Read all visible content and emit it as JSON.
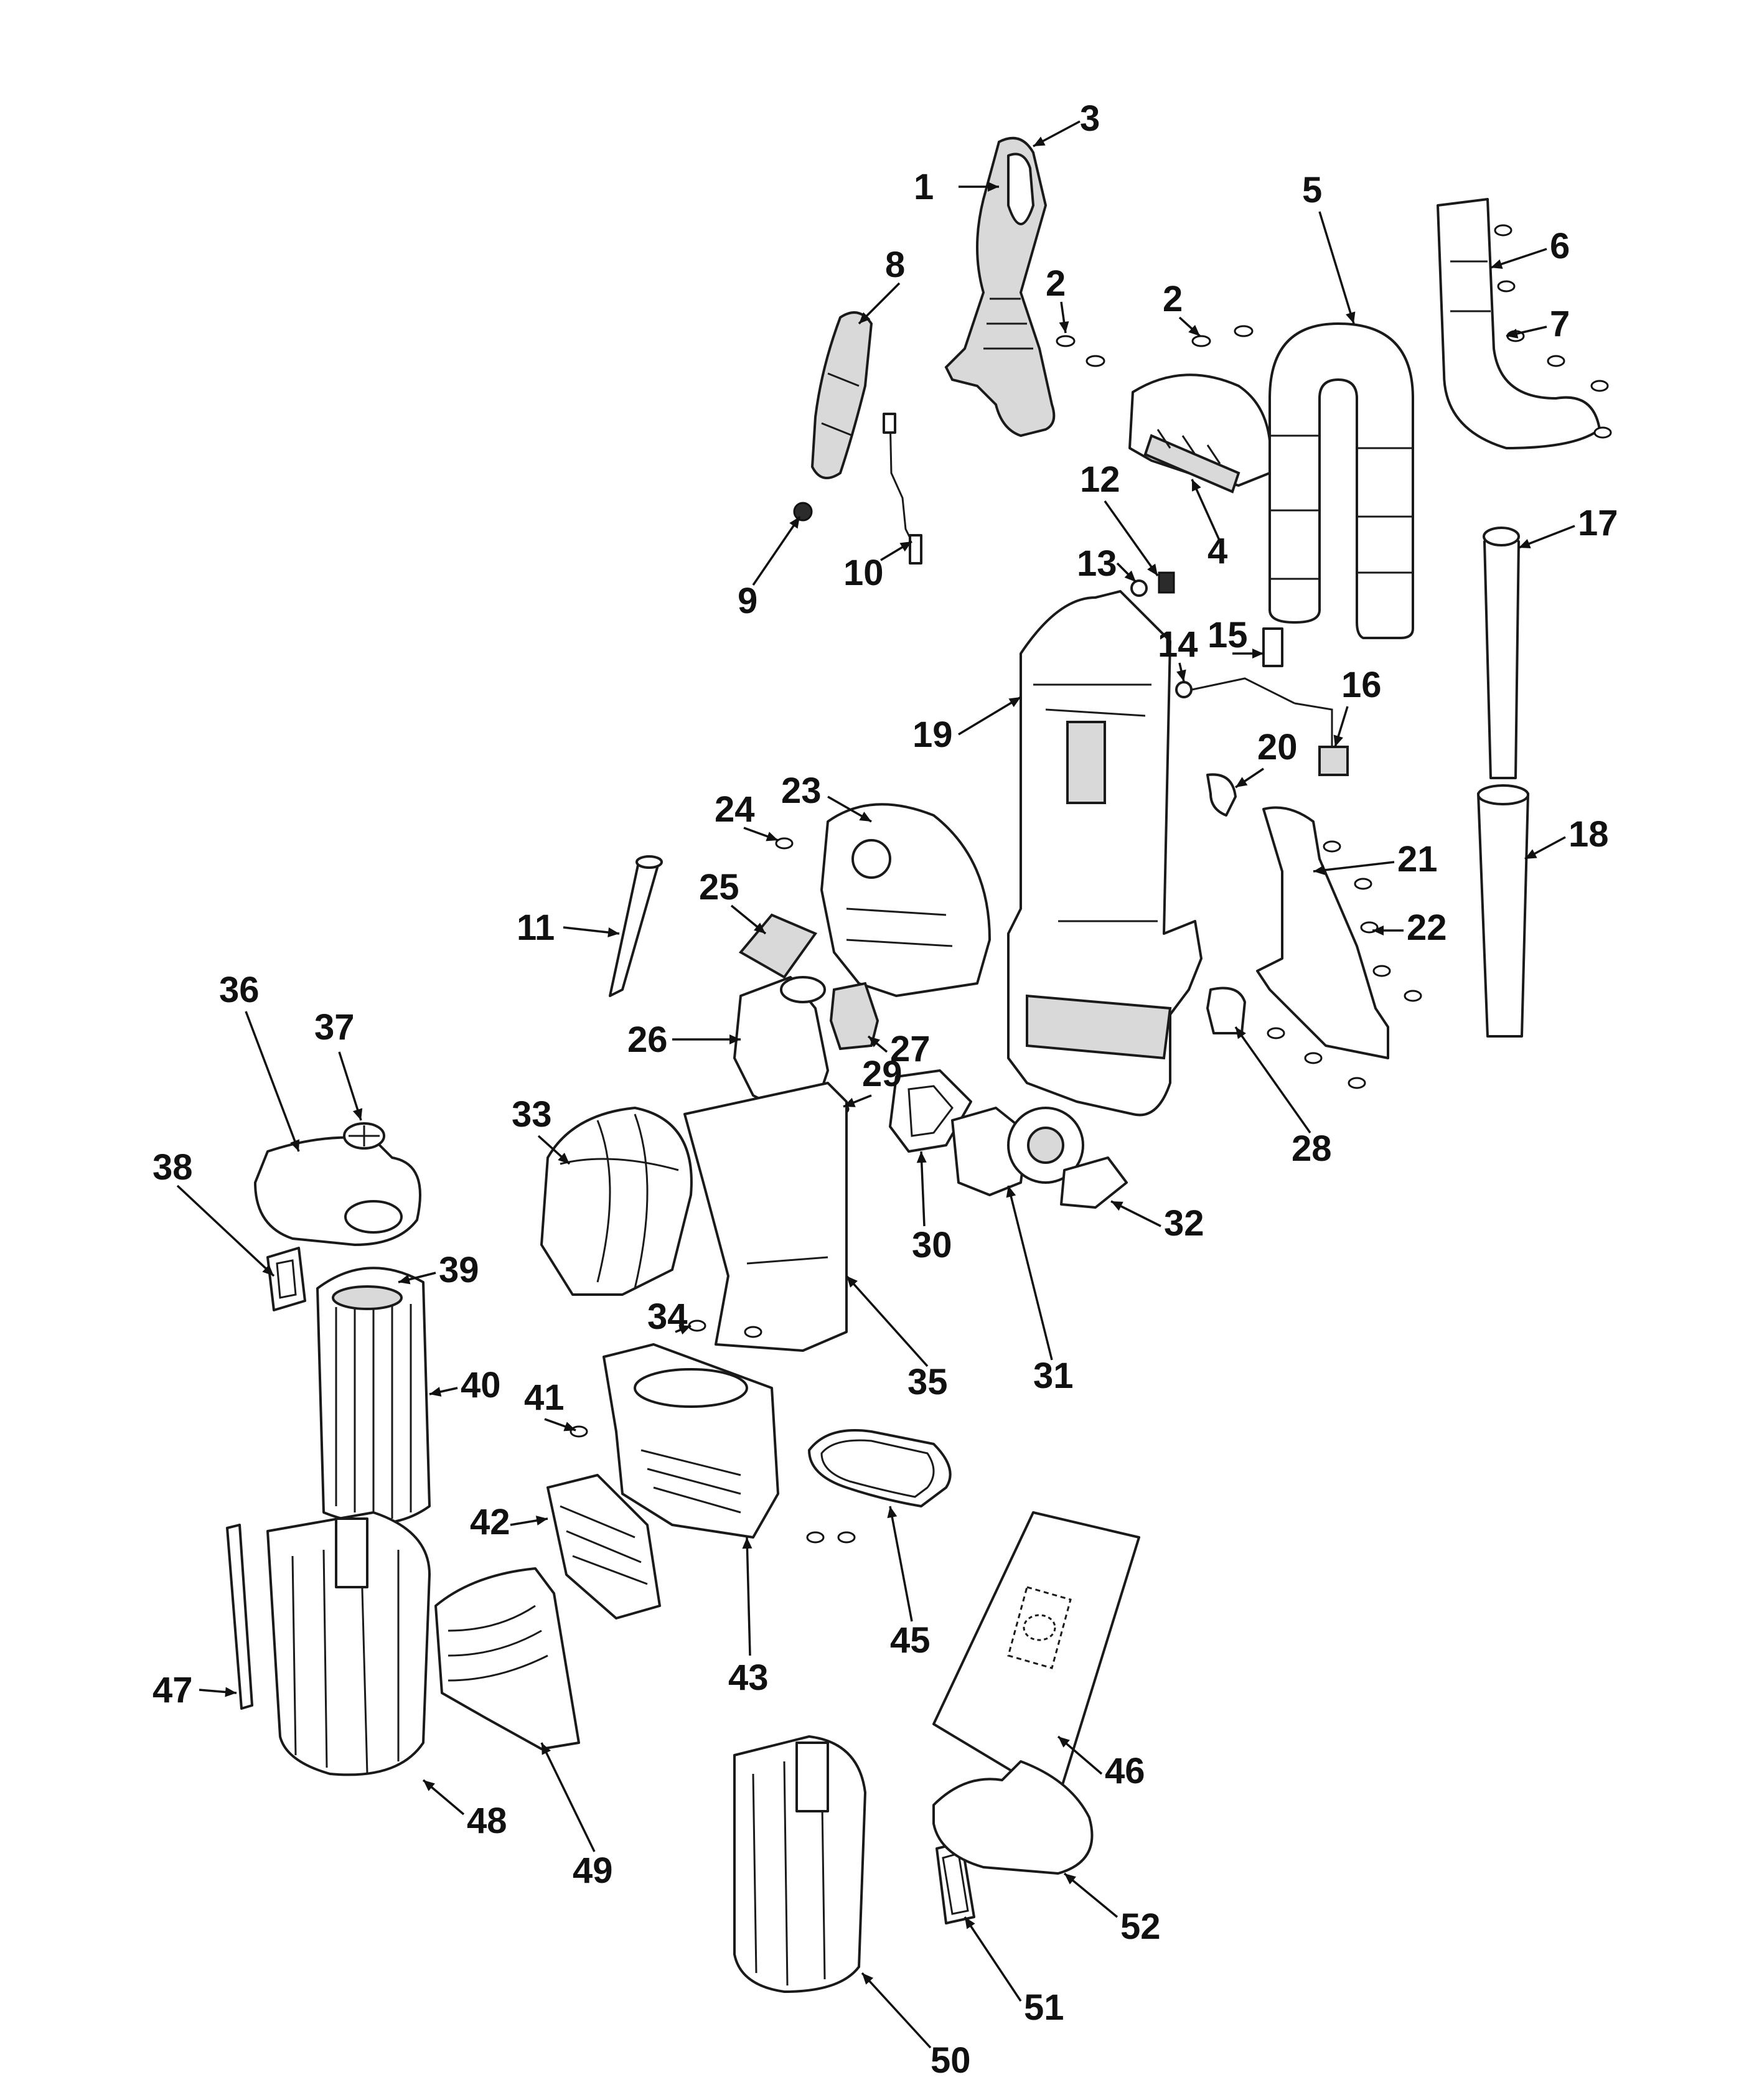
{
  "colors": {
    "line": "#1a1a1a",
    "background": "#ffffff",
    "shade": "#d9d9d9"
  },
  "callouts": [
    {
      "id": "1",
      "label": "1"
    },
    {
      "id": "2a",
      "label": "2"
    },
    {
      "id": "2b",
      "label": "2"
    },
    {
      "id": "3",
      "label": "3"
    },
    {
      "id": "4",
      "label": "4"
    },
    {
      "id": "5",
      "label": "5"
    },
    {
      "id": "6",
      "label": "6"
    },
    {
      "id": "7",
      "label": "7"
    },
    {
      "id": "8",
      "label": "8"
    },
    {
      "id": "9",
      "label": "9"
    },
    {
      "id": "10",
      "label": "10"
    },
    {
      "id": "11",
      "label": "11"
    },
    {
      "id": "12",
      "label": "12"
    },
    {
      "id": "13",
      "label": "13"
    },
    {
      "id": "14",
      "label": "14"
    },
    {
      "id": "15",
      "label": "15"
    },
    {
      "id": "16",
      "label": "16"
    },
    {
      "id": "17",
      "label": "17"
    },
    {
      "id": "18",
      "label": "18"
    },
    {
      "id": "19",
      "label": "19"
    },
    {
      "id": "20",
      "label": "20"
    },
    {
      "id": "21",
      "label": "21"
    },
    {
      "id": "22",
      "label": "22"
    },
    {
      "id": "23",
      "label": "23"
    },
    {
      "id": "24",
      "label": "24"
    },
    {
      "id": "25",
      "label": "25"
    },
    {
      "id": "26",
      "label": "26"
    },
    {
      "id": "27",
      "label": "27"
    },
    {
      "id": "28",
      "label": "28"
    },
    {
      "id": "29",
      "label": "29"
    },
    {
      "id": "30",
      "label": "30"
    },
    {
      "id": "31",
      "label": "31"
    },
    {
      "id": "32",
      "label": "32"
    },
    {
      "id": "33",
      "label": "33"
    },
    {
      "id": "34",
      "label": "34"
    },
    {
      "id": "35",
      "label": "35"
    },
    {
      "id": "36",
      "label": "36"
    },
    {
      "id": "37",
      "label": "37"
    },
    {
      "id": "38",
      "label": "38"
    },
    {
      "id": "39",
      "label": "39"
    },
    {
      "id": "40",
      "label": "40"
    },
    {
      "id": "41",
      "label": "41"
    },
    {
      "id": "42",
      "label": "42"
    },
    {
      "id": "43",
      "label": "43"
    },
    {
      "id": "45",
      "label": "45"
    },
    {
      "id": "46",
      "label": "46"
    },
    {
      "id": "47",
      "label": "47"
    },
    {
      "id": "48",
      "label": "48"
    },
    {
      "id": "49",
      "label": "49"
    },
    {
      "id": "50",
      "label": "50"
    },
    {
      "id": "51",
      "label": "51"
    },
    {
      "id": "52",
      "label": "52"
    }
  ]
}
